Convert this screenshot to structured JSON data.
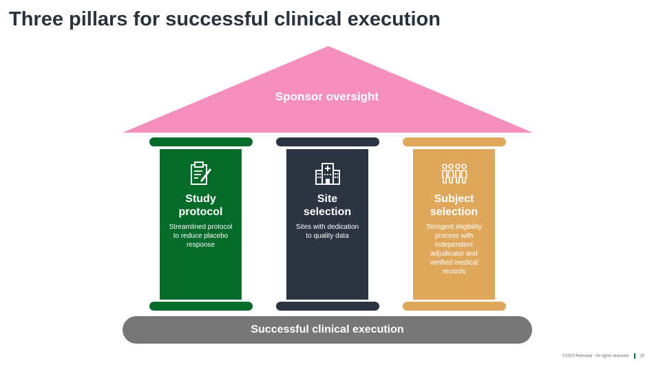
{
  "title": "Three pillars for successful clinical execution",
  "roof": {
    "label": "Sponsor oversight",
    "color": "#f48fbd"
  },
  "pillars": [
    {
      "title_line1": "Study",
      "title_line2": "protocol",
      "description": [
        "Streamlined protocol",
        "to reduce placebo",
        "response"
      ],
      "icon": "clipboard-pen-icon",
      "color": "#046b2b"
    },
    {
      "title_line1": "Site",
      "title_line2": "selection",
      "description": [
        "Sites with dedication",
        "to quality data"
      ],
      "icon": "hospital-icon",
      "color": "#2b3440"
    },
    {
      "title_line1": "Subject",
      "title_line2": "selection",
      "description": [
        "Stringent eligibility",
        "process with",
        "independent",
        "adjudicator and",
        "verified medical",
        "records"
      ],
      "icon": "people-group-icon",
      "color": "#dfa75b"
    }
  ],
  "base": {
    "label": "Successful clinical execution",
    "color": "#777777"
  },
  "footer": {
    "copyright": "©2023 Relmada - All rights reserved",
    "page_number": "28"
  }
}
